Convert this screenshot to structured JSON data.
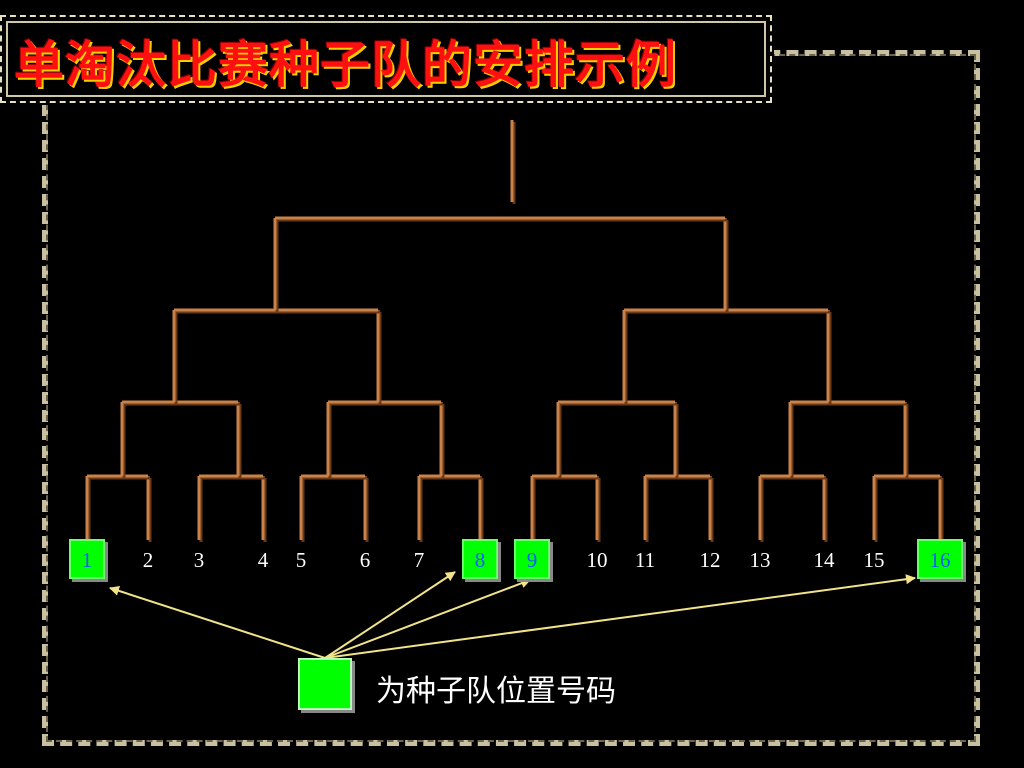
{
  "title": "单淘汰比赛种子队的安排示例",
  "legend": {
    "label": "为种子队位置号码"
  },
  "colors": {
    "bracket": "#c8824a",
    "seed_fill": "#00ff00",
    "seed_text": "#0a5cff",
    "arrow": "#f2e38a"
  },
  "seats": [
    "1",
    "2",
    "3",
    "4",
    "5",
    "6",
    "7",
    "8",
    "9",
    "10",
    "11",
    "12",
    "13",
    "14",
    "15",
    "16"
  ],
  "seeds": [
    "1",
    "8",
    "9",
    "16"
  ]
}
